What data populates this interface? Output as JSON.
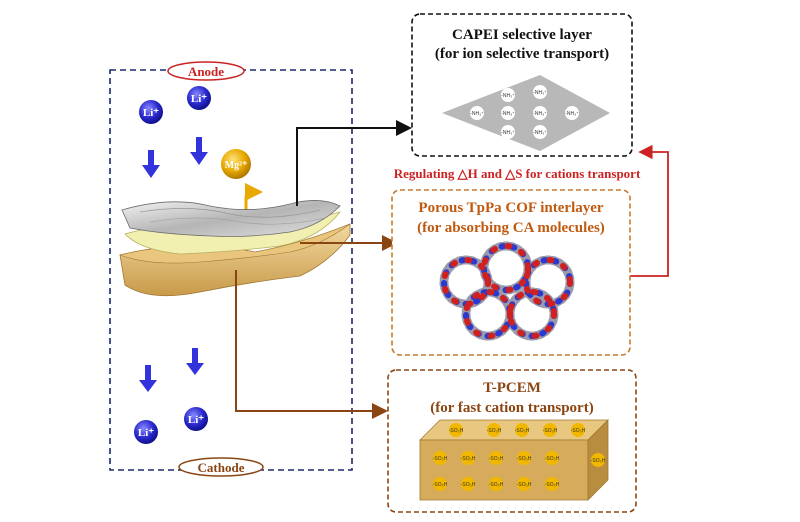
{
  "left_panel": {
    "anode_label": "Anode",
    "cathode_label": "Cathode",
    "ions_top": [
      "Li⁺",
      "Li⁺"
    ],
    "ions_bottom": [
      "Li⁺",
      "Li⁺"
    ],
    "mg_ion": "Mg²⁺"
  },
  "capei_box": {
    "title_line1": "CAPEI selective layer",
    "title_line2": "(for ion selective transport)",
    "group_label": "-NH₃⁺"
  },
  "regulating_text": "Regulating △H and △S for cations transport",
  "cof_box": {
    "title_line1": "Porous TpPa COF interlayer",
    "title_line2": "(for absorbing CA molecules)"
  },
  "tpcem_box": {
    "title_line1": "T-PCEM",
    "title_line2": "(for fast cation transport)",
    "group_label": "-SO₃H"
  },
  "colors": {
    "navy_dash": "#1a2a6c",
    "red": "#cc2222",
    "brown": "#8b4513",
    "ion_blue": "#2a2ad0",
    "mg_gold": "#e8a800",
    "membrane_tan": "#d9b36a"
  }
}
